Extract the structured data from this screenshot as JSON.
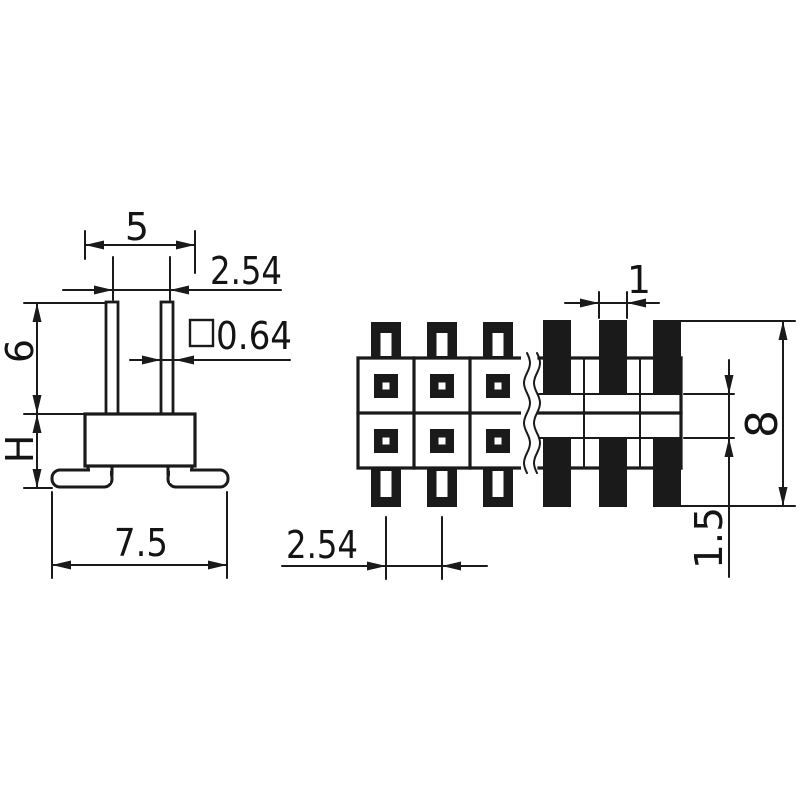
{
  "page": {
    "background": "#ffffff",
    "ink": "#1a1a1a",
    "description": "Technical dimension drawing of a dual-row surface-mount pin header connector, side view and front view with broken-out section"
  },
  "views": {
    "side": {
      "label": "side-view"
    },
    "front": {
      "label": "front-view-with-break"
    }
  },
  "dimensions": {
    "body_width": "5",
    "row_pitch": "2.54",
    "pin_cross_section": "0.64",
    "pin_cross_section_symbol": "square",
    "pin_length": "6",
    "body_height": "H",
    "lead_span": "7.5",
    "pin_pitch": "2.54",
    "pin_width": "1",
    "overall_height": "8",
    "pin_tip_gap": "1.5"
  }
}
